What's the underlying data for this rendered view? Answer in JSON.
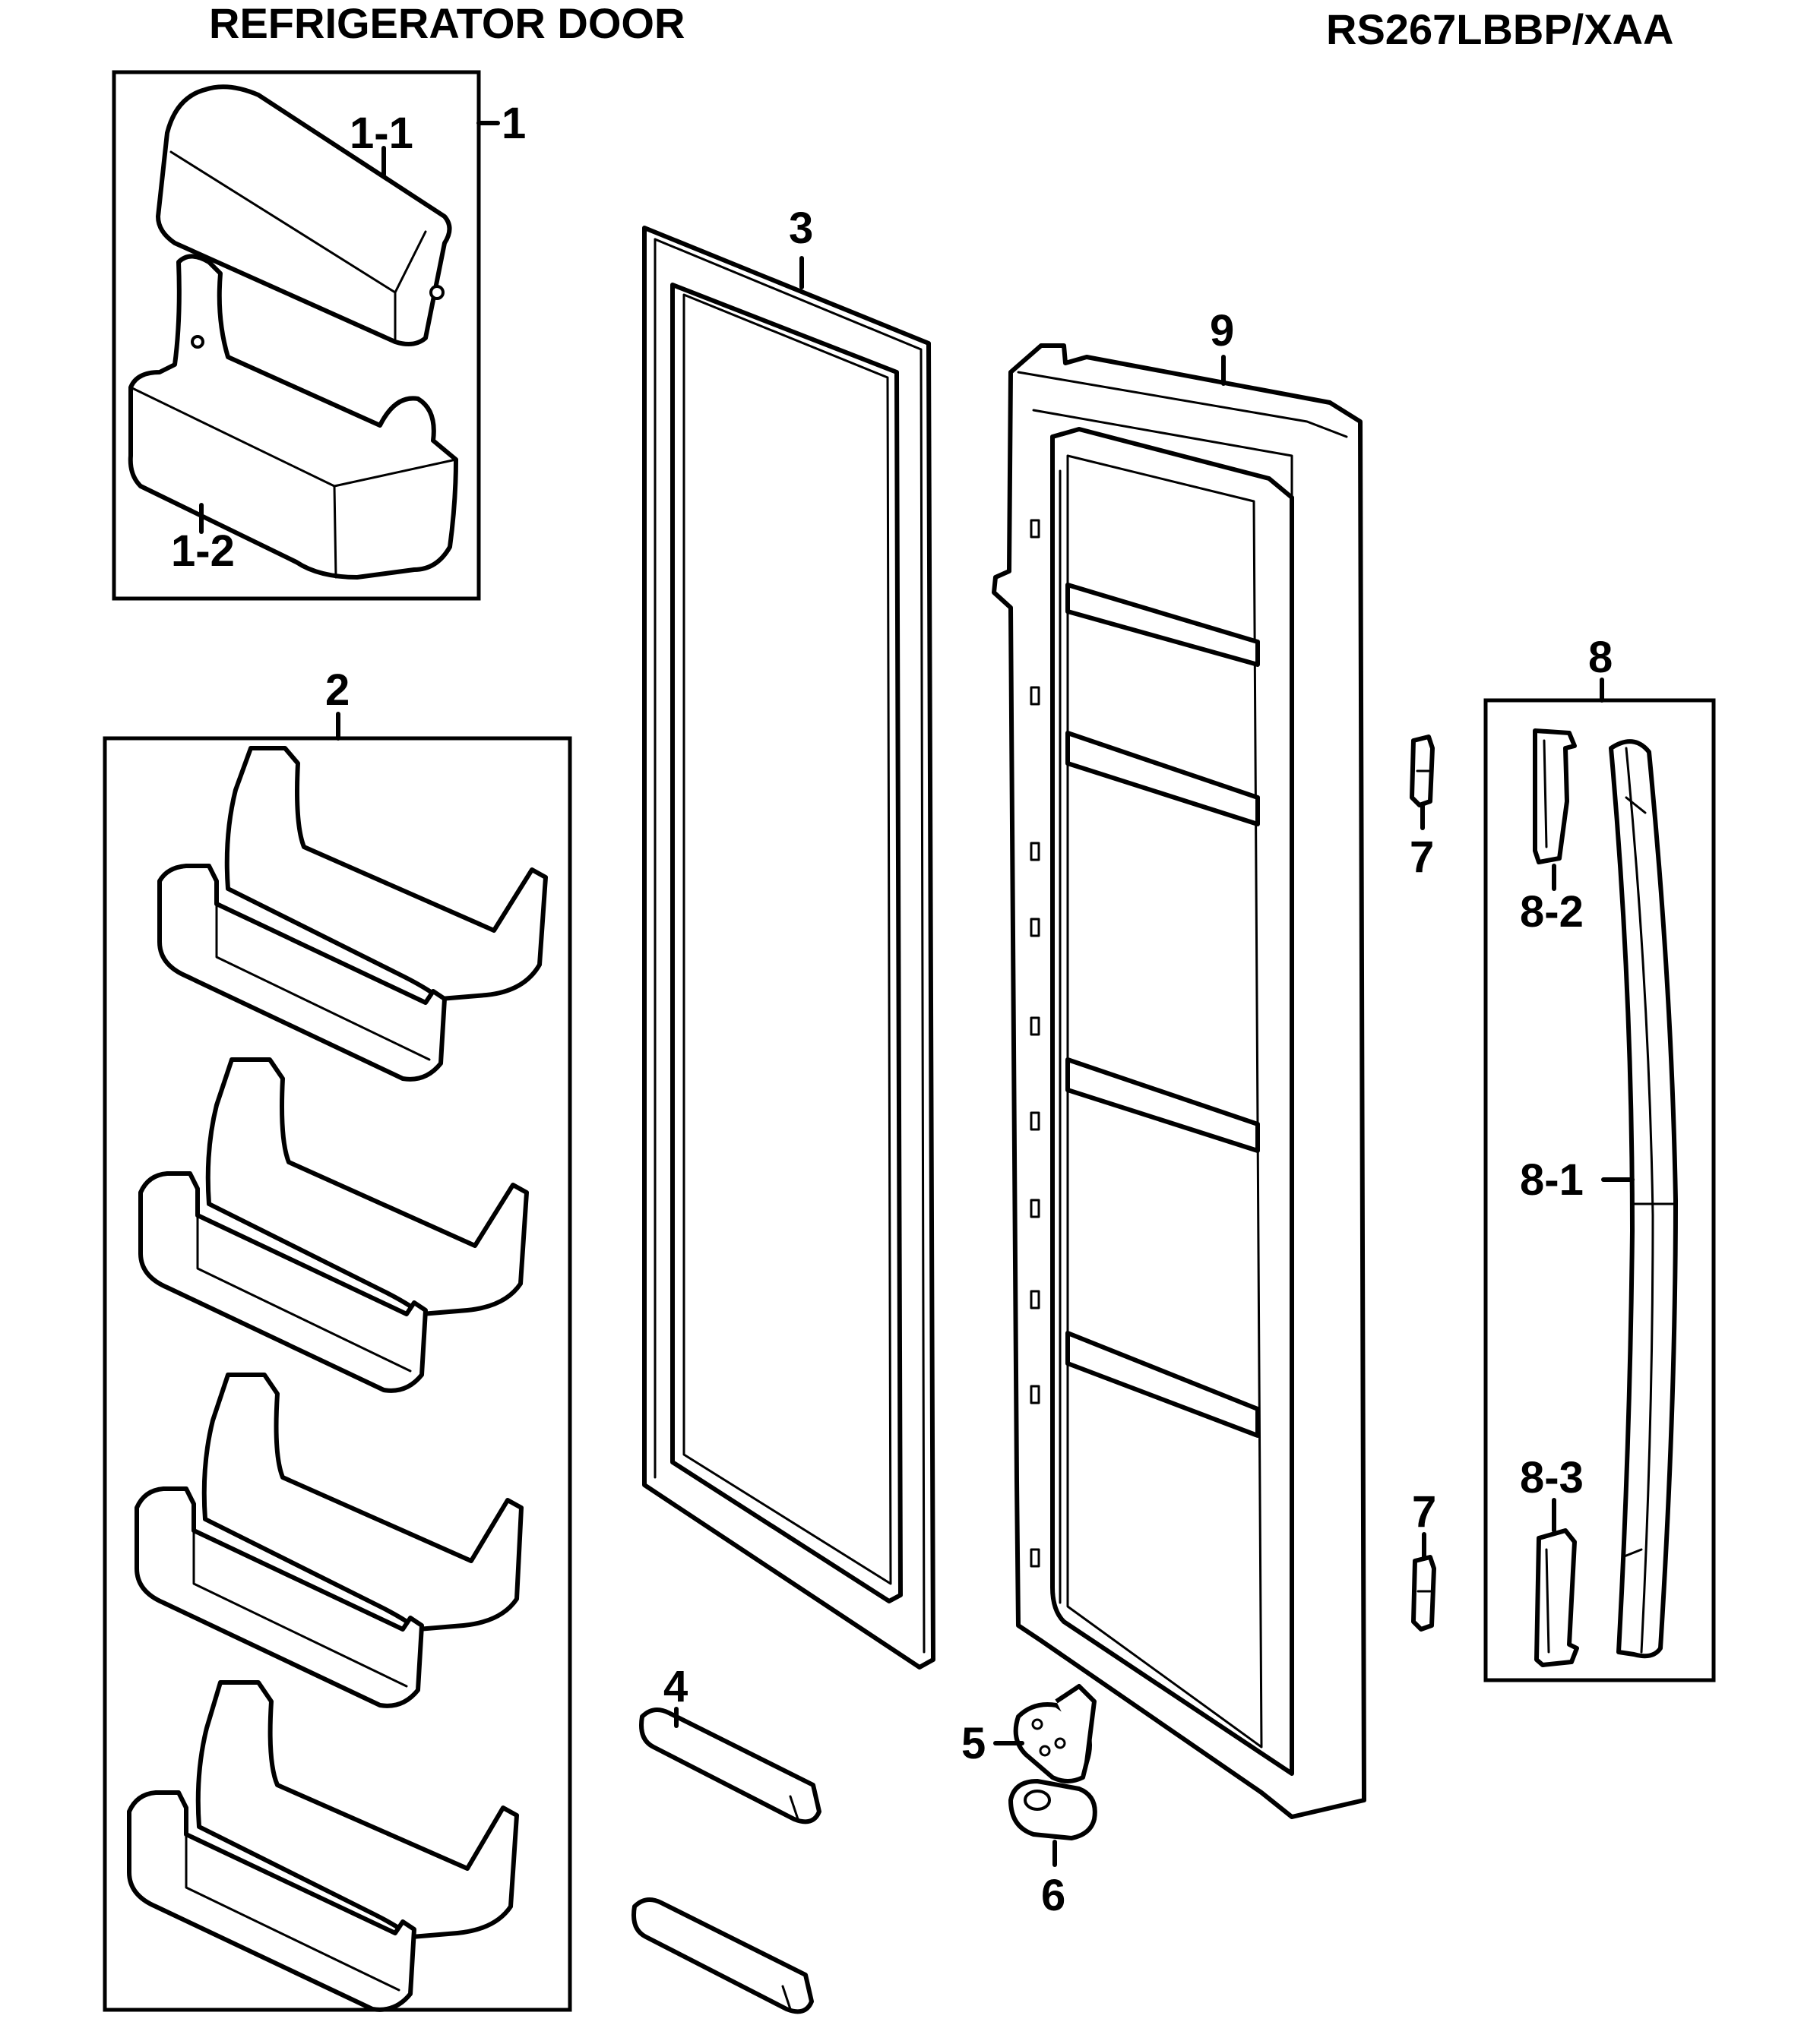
{
  "header": {
    "title": "REFRIGERATOR DOOR",
    "model": "RS267LBBP/XAA"
  },
  "callouts": {
    "p1": "1",
    "p1_1": "1-1",
    "p1_2": "1-2",
    "p2": "2",
    "p3": "3",
    "p4": "4",
    "p5": "5",
    "p6": "6",
    "p7_top": "7",
    "p7_bottom": "7",
    "p8": "8",
    "p8_1": "8-1",
    "p8_2": "8-2",
    "p8_3": "8-3",
    "p9": "9"
  },
  "colors": {
    "line": "#000000",
    "background": "#ffffff"
  }
}
